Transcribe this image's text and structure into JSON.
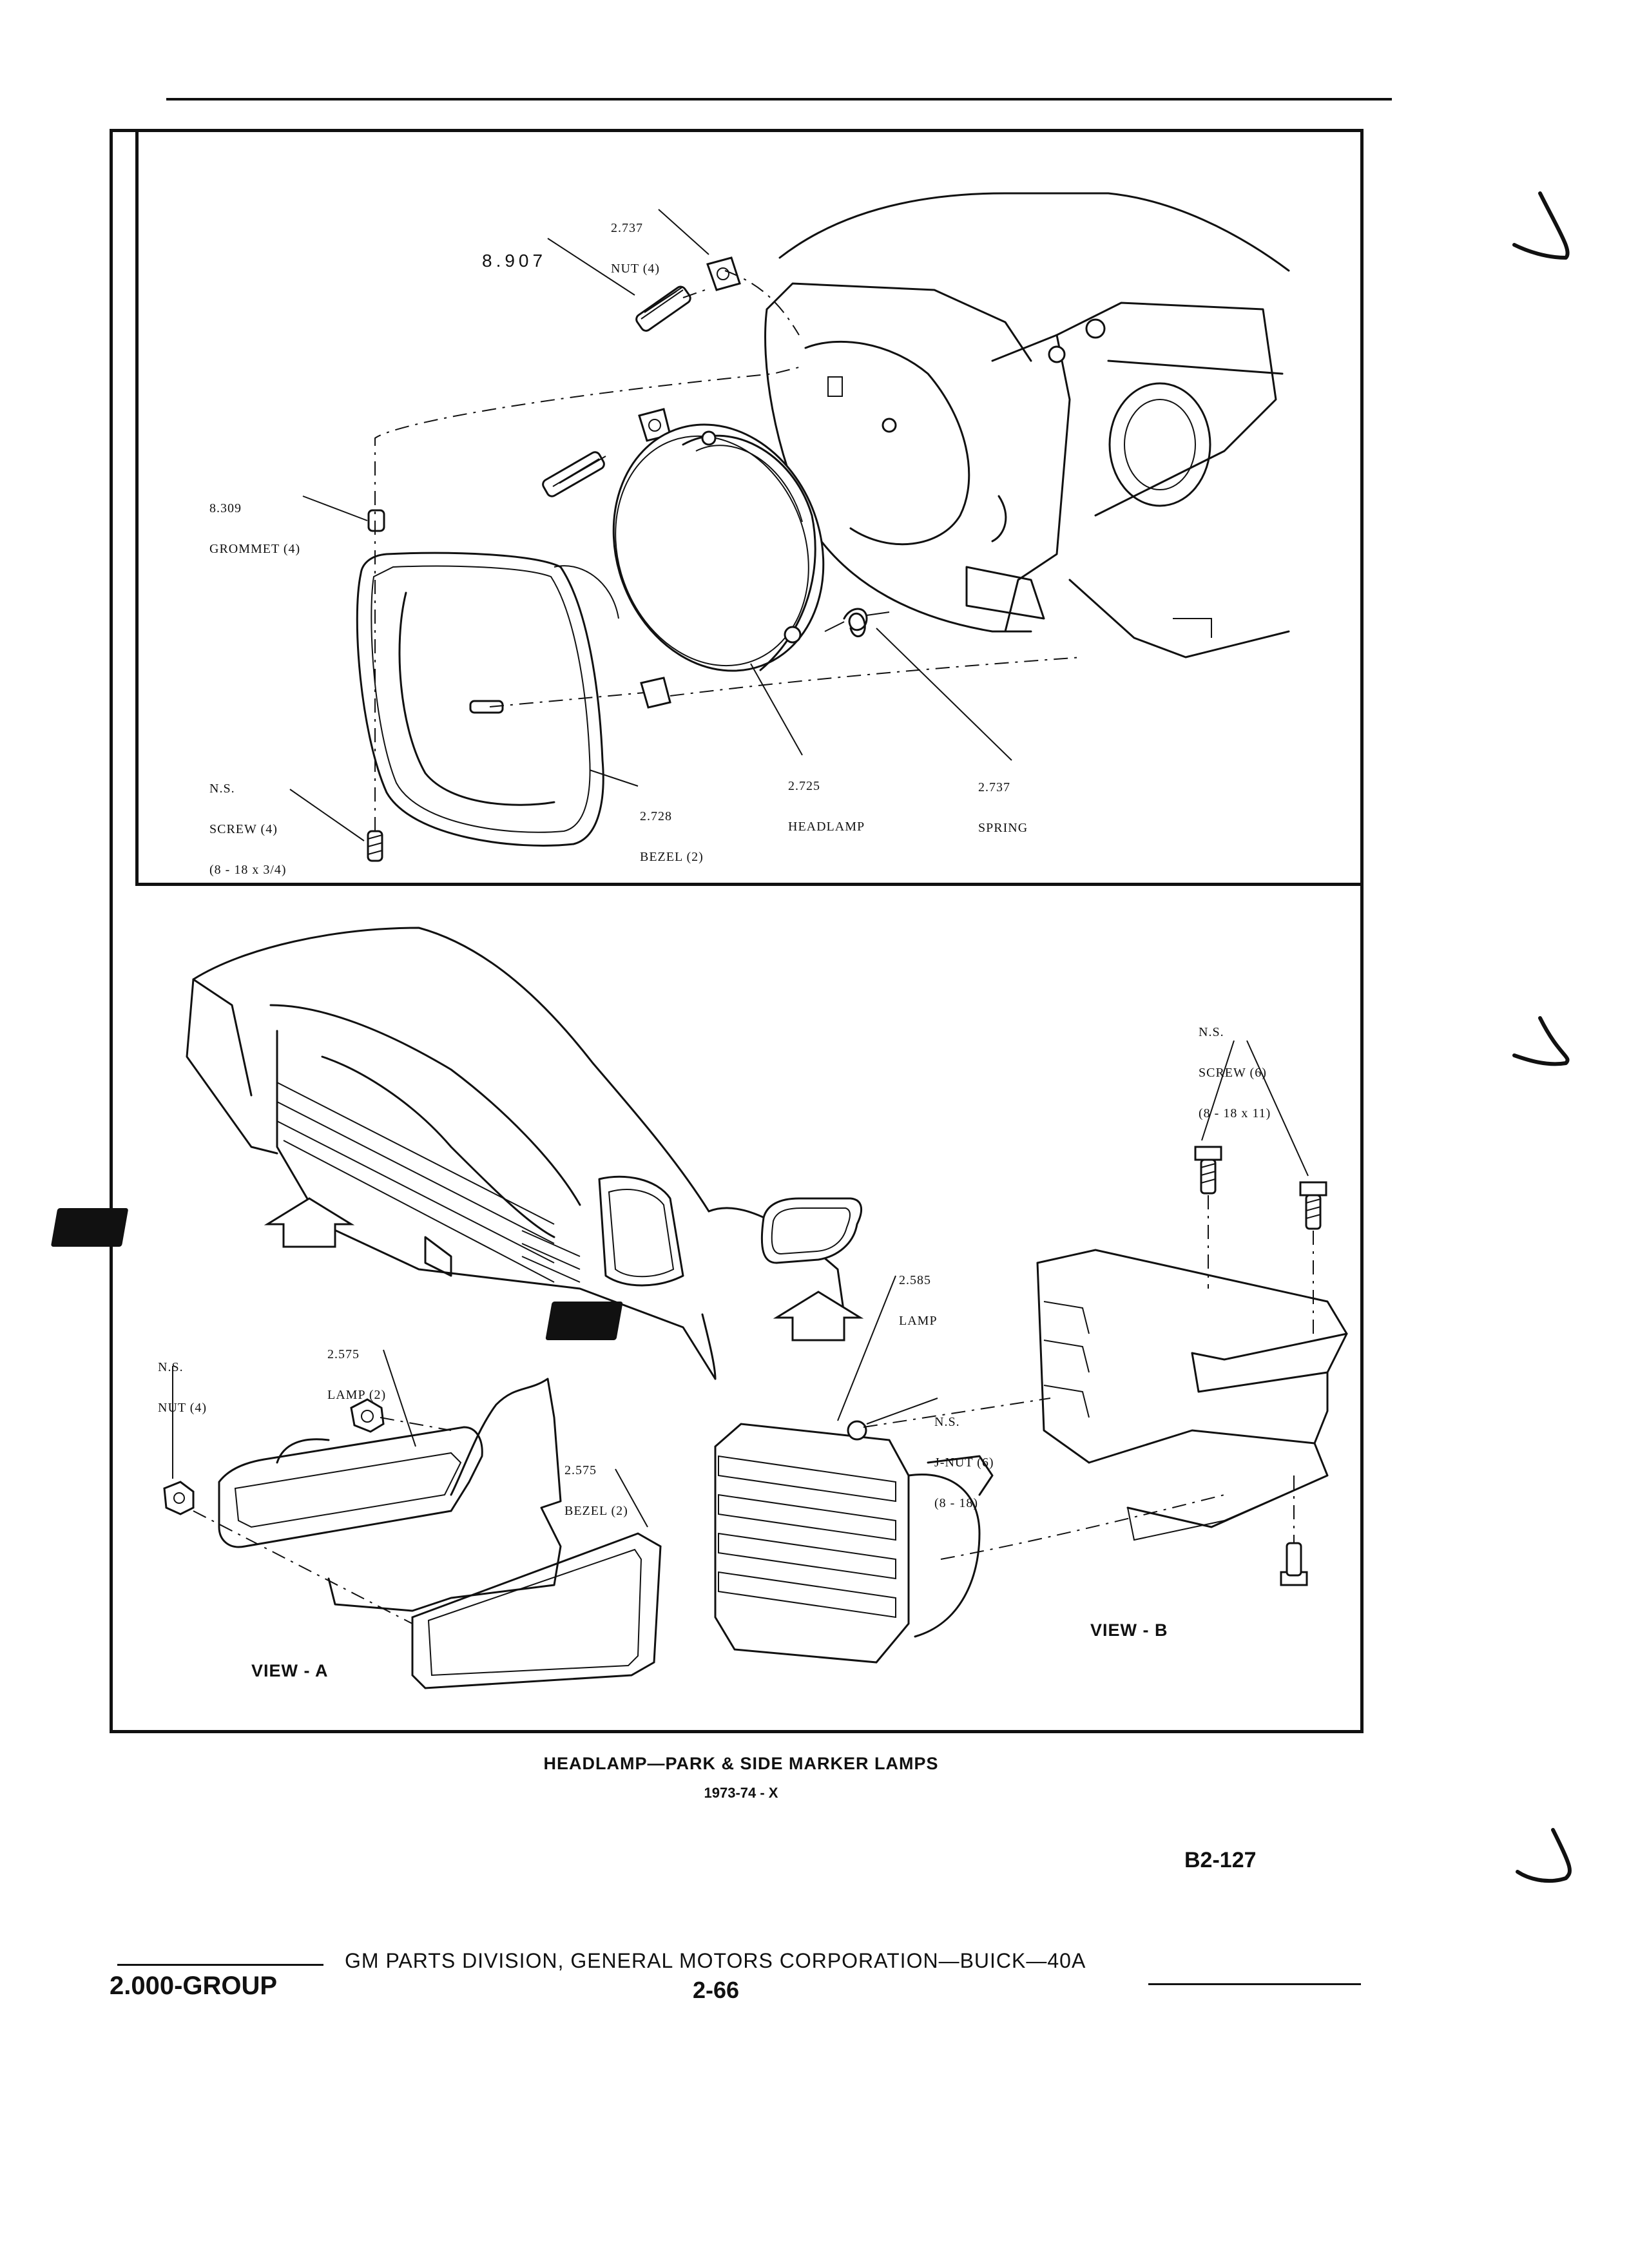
{
  "diagram": {
    "top_labels": {
      "nut_top": [
        "2.737",
        "NUT (4)"
      ],
      "bolt": [
        "8.907"
      ],
      "grommet": [
        "8.309",
        "GROMMET (4)"
      ],
      "screw_ns": [
        "N.S.",
        "SCREW (4)",
        "(8 - 18 x 3/4)"
      ],
      "bezel": [
        "2.728",
        "BEZEL (2)"
      ],
      "headlamp": [
        "2.725",
        "HEADLAMP"
      ],
      "spring": [
        "2.737",
        "SPRING"
      ]
    },
    "bottom_labels": {
      "screw6": [
        "N.S.",
        "SCREW (6)",
        "(8 - 18 x 11)"
      ],
      "lamp2585": [
        "2.585",
        "LAMP"
      ],
      "nut_ns": [
        "N.S.",
        "NUT (4)"
      ],
      "lamp2575": [
        "2.575",
        "LAMP (2)"
      ],
      "bezel2575": [
        "2.575",
        "BEZEL (2)"
      ],
      "jnut": [
        "N.S.",
        "J-NUT (6)",
        "(8 - 18)"
      ]
    },
    "view_markers": {
      "a": "A",
      "b": "B"
    },
    "view_a": "VIEW - A",
    "view_b": "VIEW - B"
  },
  "caption": {
    "title": "HEADLAMP—PARK & SIDE MARKER LAMPS",
    "subtitle": "1973-74 - X"
  },
  "page_code": "B2-127",
  "footer": {
    "group": "2.000-GROUP",
    "publisher": "GM PARTS DIVISION,  GENERAL MOTORS CORPORATION—BUICK—40A",
    "page_number": "2-66"
  }
}
